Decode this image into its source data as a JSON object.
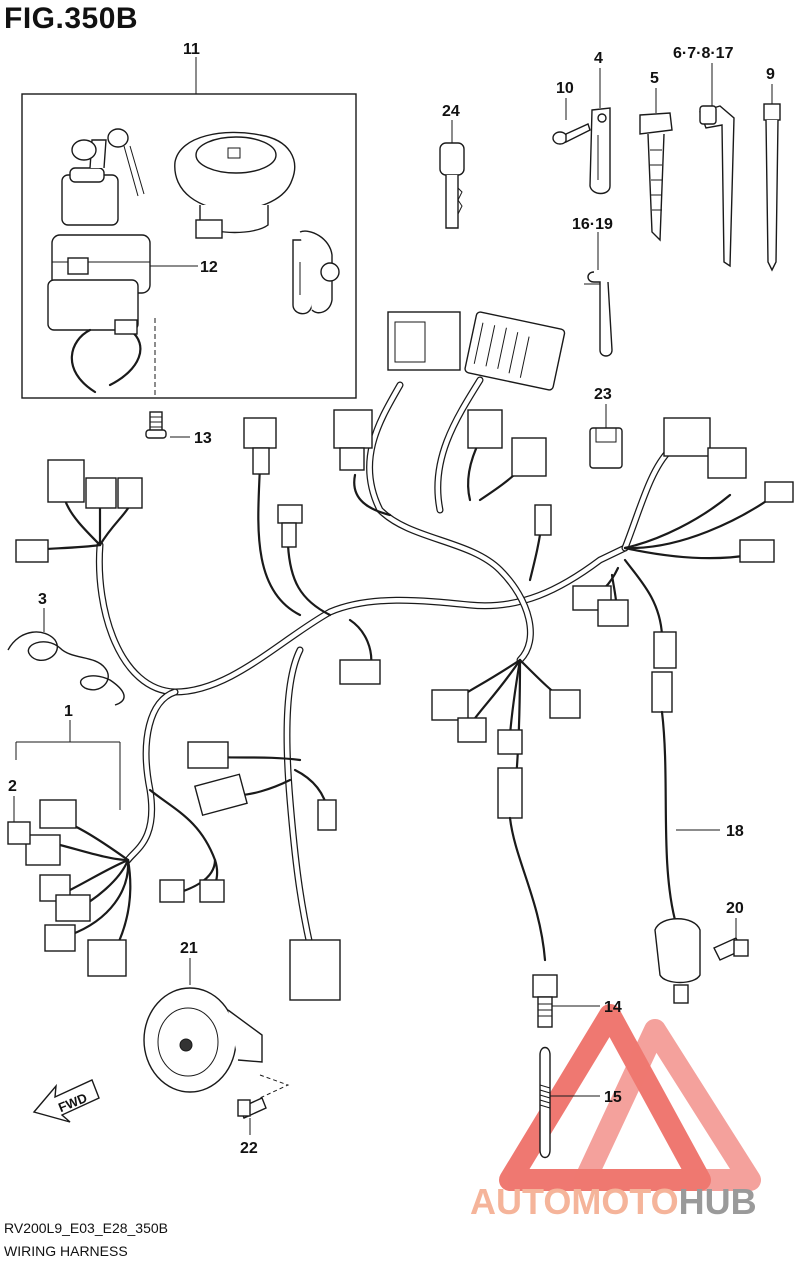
{
  "figure_title": "FIG.350B",
  "footer": {
    "code": "RV200L9_E03_E28_350B",
    "name": "WIRING HARNESS"
  },
  "fwd_label": "FWD",
  "callouts": {
    "c11": "11",
    "c12": "12",
    "c13": "13",
    "c24": "24",
    "c10": "10",
    "c4": "4",
    "c5": "5",
    "c6_7_8_17": "6·7·8·17",
    "c9": "9",
    "c16_19": "16·19",
    "c23": "23",
    "c3": "3",
    "c1": "1",
    "c2": "2",
    "c18": "18",
    "c20": "20",
    "c21": "21",
    "c22": "22",
    "c14": "14",
    "c15": "15"
  },
  "watermark": {
    "part1": "AUTOMOTO",
    "part2": "HUB",
    "color1": "#f5b49a",
    "color2": "#9a9a9a"
  },
  "colors": {
    "line": "#1a1a1a",
    "watermark_red": "#e8433a"
  }
}
